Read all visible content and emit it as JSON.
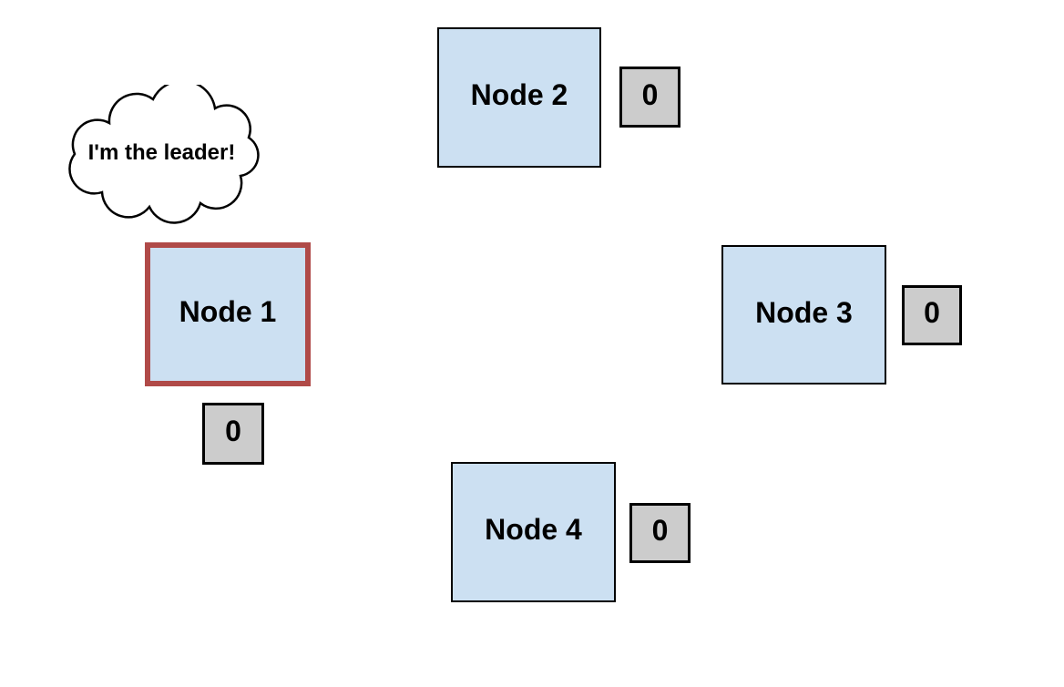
{
  "cloud": {
    "text": "I'm the leader!"
  },
  "nodes": [
    {
      "label": "Node 1",
      "counter": "0",
      "leader": true
    },
    {
      "label": "Node 2",
      "counter": "0",
      "leader": false
    },
    {
      "label": "Node 3",
      "counter": "0",
      "leader": false
    },
    {
      "label": "Node 4",
      "counter": "0",
      "leader": false
    }
  ],
  "colors": {
    "node_fill": "#cce0f2",
    "node_border": "#000000",
    "leader_border": "#b04a48",
    "counter_fill": "#cccccc",
    "counter_border": "#000000",
    "background": "#ffffff",
    "text": "#000000"
  }
}
